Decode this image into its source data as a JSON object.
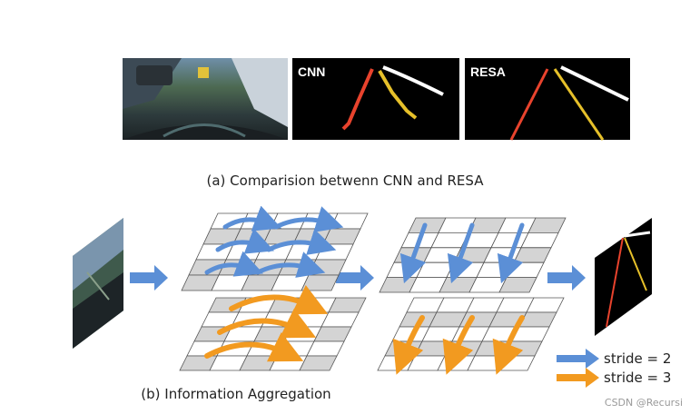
{
  "top_panels": {
    "cnn_label": "CNN",
    "resa_label": "RESA"
  },
  "captions": {
    "a": "(a) Comparision betwenn CNN and RESA",
    "b": "(b) Information Aggregation"
  },
  "legend": {
    "stride2": "stride = 2",
    "stride3": "stride = 3"
  },
  "colors": {
    "blue_arrow": "#5b8fd6",
    "orange_arrow": "#f29a20",
    "lane_red": "#e8432d",
    "lane_yellow": "#e6c02a",
    "grid_gray": "#d4d4d4"
  },
  "watermark": "CSDN @Recursi"
}
